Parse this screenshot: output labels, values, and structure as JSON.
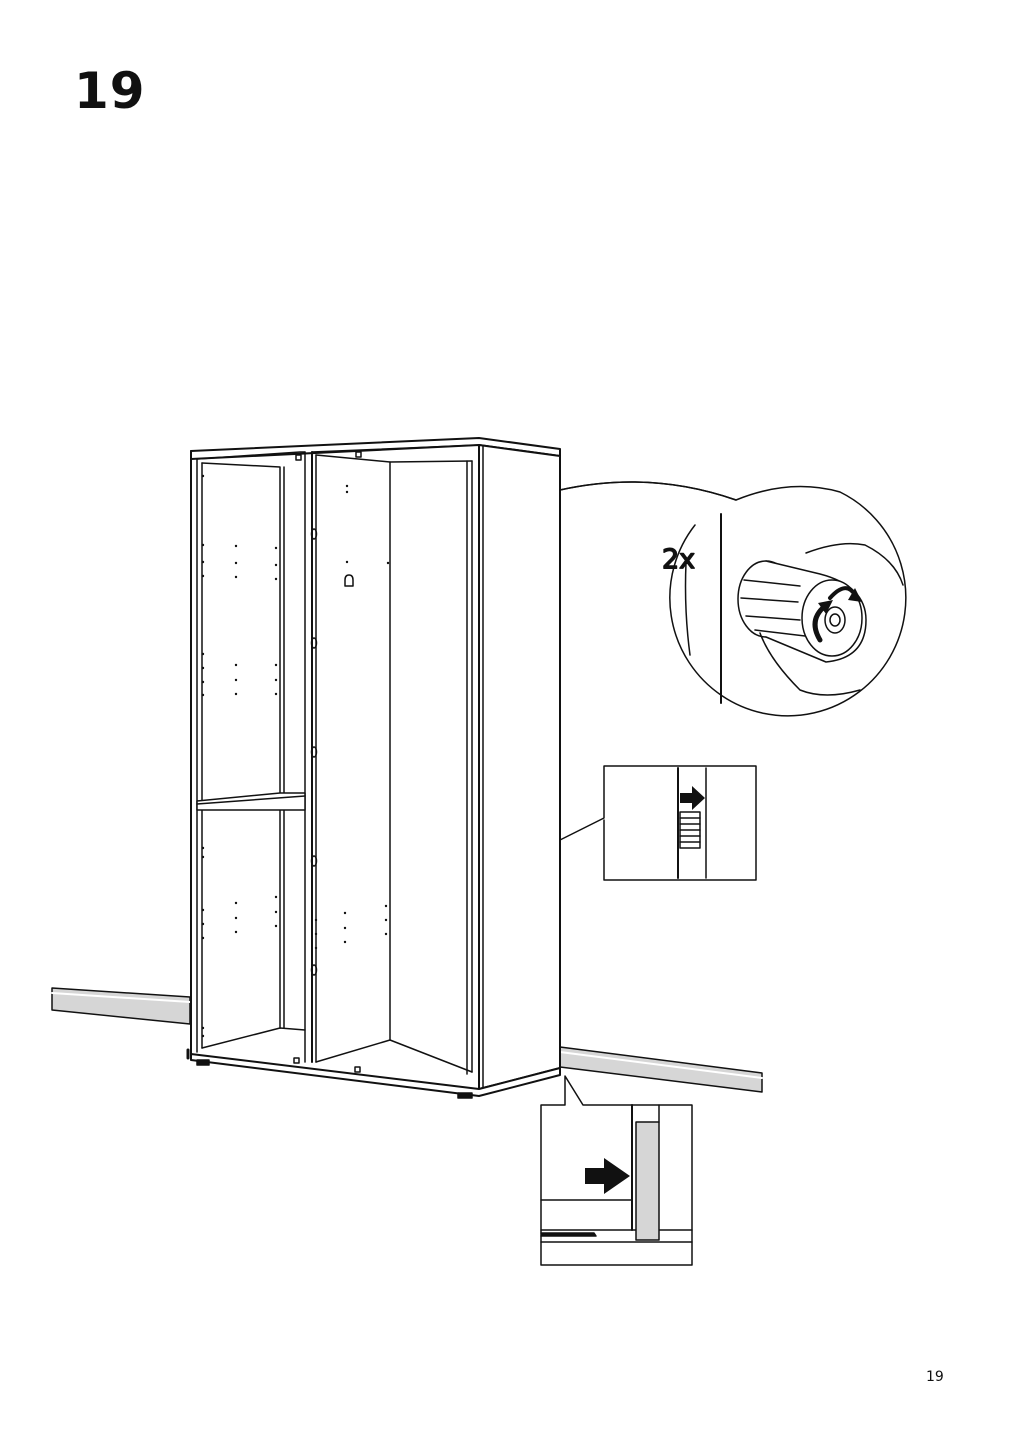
{
  "step": {
    "number": "19"
  },
  "detail": {
    "quantity": "2x"
  },
  "page": {
    "number": "19"
  },
  "colors": {
    "ink": "#111111",
    "wall_trim": "#bfbfbf",
    "trim_fill": "#d6d6d6"
  },
  "icons": [
    "rotate-clockwise-icon",
    "push-arrow-icon",
    "hand-icon",
    "adjustable-foot-icon"
  ]
}
